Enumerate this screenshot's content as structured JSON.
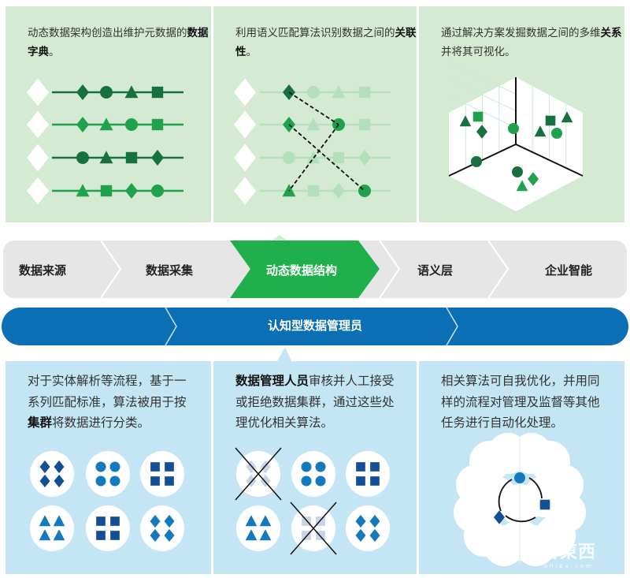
{
  "colors": {
    "top_bg": "#d4ead2",
    "bottom_bg": "#c4e5f3",
    "dark_green": "#17703f",
    "green": "#1fa24b",
    "faded_green": "#a9d9b2",
    "active_stage": "#1fb04c",
    "pipeline_bg": "#e6e6e6",
    "curator_bar": "#0b6fb5",
    "blue_dark": "#144f96",
    "blue": "#1479bd"
  },
  "top_panels": [
    {
      "parts": [
        {
          "t": "动态数据架构创造出维护元数据的"
        },
        {
          "t": "数据字典",
          "b": true
        },
        {
          "t": "。"
        }
      ]
    },
    {
      "parts": [
        {
          "t": "利用语义匹配算法识别数据之间的"
        },
        {
          "t": "关联性",
          "b": true
        },
        {
          "t": "。"
        }
      ]
    },
    {
      "parts": [
        {
          "t": "通过解决方案发掘数据之间的多维"
        },
        {
          "t": "关系",
          "b": true
        },
        {
          "t": "并将其可视化。"
        }
      ]
    }
  ],
  "dictionary_rows": [
    {
      "shapes": [
        "diamond",
        "circle",
        "triangle",
        "square"
      ],
      "tone": "dark"
    },
    {
      "shapes": [
        "diamond",
        "triangle",
        "circle",
        "square"
      ],
      "tone": "green"
    },
    {
      "shapes": [
        "circle",
        "triangle",
        "square",
        "diamond"
      ],
      "tone": "dark"
    },
    {
      "shapes": [
        "triangle",
        "square",
        "diamond",
        "circle"
      ],
      "tone": "green"
    }
  ],
  "matching_rows": [
    {
      "shapes": [
        "diamond",
        "circle",
        "triangle",
        "square"
      ],
      "solid": [
        true,
        false,
        false,
        false
      ],
      "tone": "dark"
    },
    {
      "shapes": [
        "diamond",
        "triangle",
        "circle",
        "square"
      ],
      "solid": [
        true,
        false,
        true,
        false
      ],
      "tone": "green"
    },
    {
      "shapes": [
        "circle",
        "triangle",
        "square",
        "diamond"
      ],
      "solid": [
        false,
        false,
        false,
        false
      ],
      "tone": "green"
    },
    {
      "shapes": [
        "triangle",
        "square",
        "diamond",
        "circle"
      ],
      "solid": [
        true,
        false,
        false,
        true
      ],
      "tone": "green"
    }
  ],
  "pipeline": {
    "stages": [
      "数据来源",
      "数据采集",
      "动态数据结构",
      "语义层",
      "企业智能"
    ],
    "active_index": 2,
    "curator": "认知型数据管理员"
  },
  "bottom_panels": [
    {
      "parts": [
        {
          "t": "对于实体解析等流程，基于一系列匹配标准，算法被用于按"
        },
        {
          "t": "集群",
          "b": true
        },
        {
          "t": "将数据进行分类。"
        }
      ]
    },
    {
      "parts": [
        {
          "t": "数据管理人员",
          "b": true
        },
        {
          "t": "审核并人工接受或拒绝数据集群，通过这些处理优化相关算法。"
        }
      ]
    },
    {
      "parts": [
        {
          "t": "相关算法可自我优化，并用同样的流程对管理及监督等其他任务进行自动化处理。"
        }
      ]
    }
  ],
  "clusters": [
    [
      {
        "shape": "diamond",
        "tone": "dark"
      },
      {
        "shape": "circle",
        "tone": "blue"
      },
      {
        "shape": "square",
        "tone": "dark"
      },
      {
        "shape": "triangle",
        "tone": "blue"
      },
      {
        "shape": "square",
        "tone": "dark"
      },
      {
        "shape": "diamond",
        "tone": "blue"
      }
    ],
    [
      {
        "shape": "diamond",
        "tone": "faded",
        "rejected": true
      },
      {
        "shape": "circle",
        "tone": "blue"
      },
      {
        "shape": "square",
        "tone": "dark"
      },
      {
        "shape": "triangle",
        "tone": "blue"
      },
      {
        "shape": "square",
        "tone": "faded",
        "rejected": true
      },
      {
        "shape": "diamond",
        "tone": "blue"
      }
    ]
  ],
  "brain_cycle": [
    "circle",
    "square",
    "diamond"
  ],
  "watermark": {
    "text": "智東西",
    "sub": "zhidx.com"
  }
}
